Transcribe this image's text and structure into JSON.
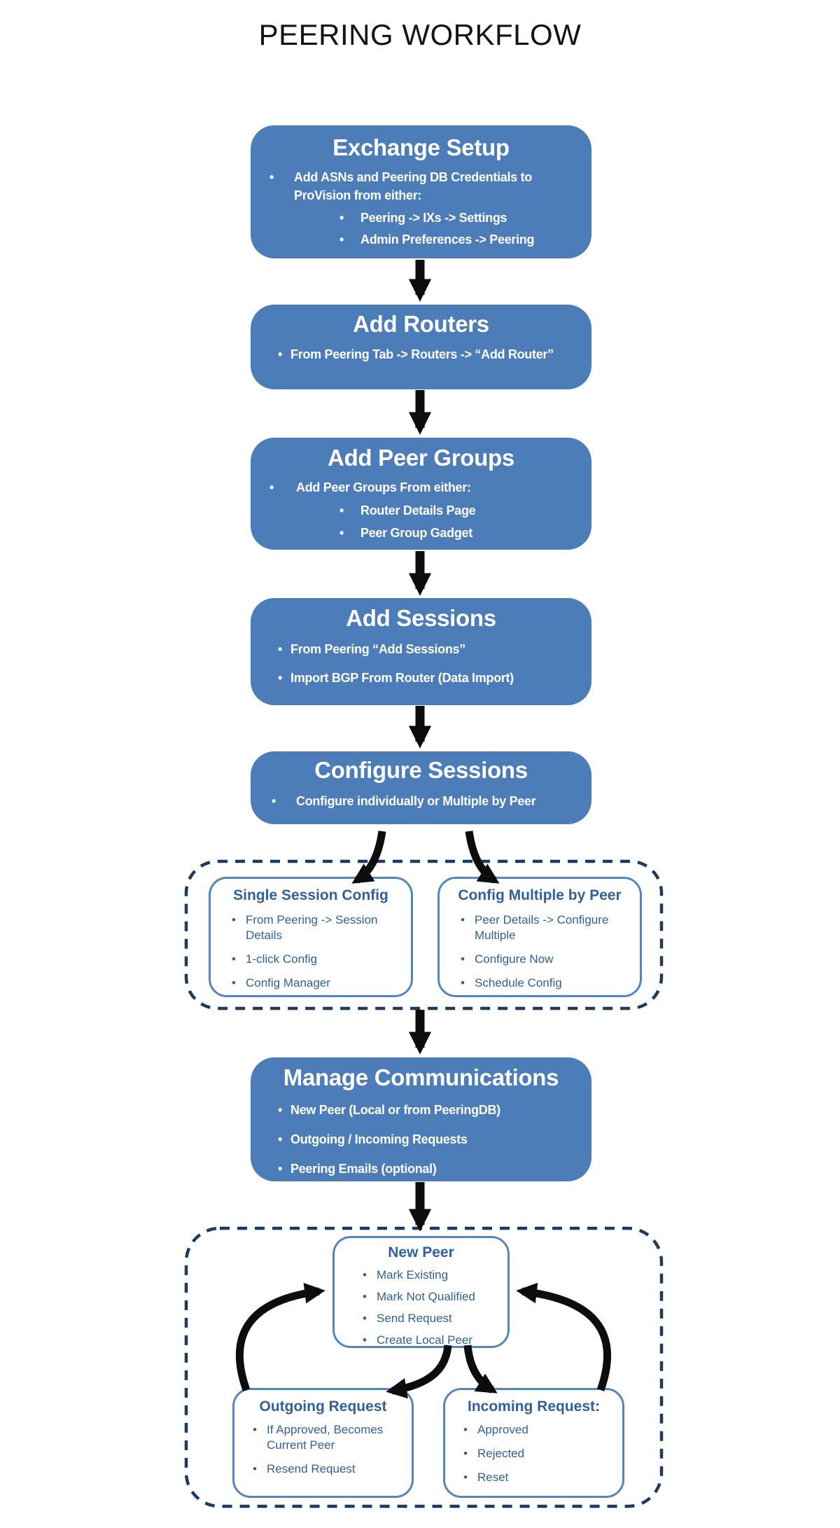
{
  "page": {
    "title": "PEERING WORKFLOW"
  },
  "colors": {
    "flow_box_fill": "#4C7DB8",
    "flow_box_text": "#FFFFFF",
    "outline_box_border": "#5585BE",
    "outline_box_text": "#31609B",
    "dashed_container_border": "#1E3A5F",
    "arrow": "#0D0D0D",
    "title_text": "#141414"
  },
  "flow": {
    "boxes": [
      {
        "id": "exchange-setup",
        "title": "Exchange Setup",
        "bullets": [
          {
            "text": "Add ASNs and Peering DB Credentials to ProVision from either:",
            "sub": [
              "Peering -> IXs -> Settings",
              "Admin Preferences -> Peering"
            ]
          }
        ]
      },
      {
        "id": "add-routers",
        "title": "Add Routers",
        "bullets": [
          {
            "text": "From Peering Tab -> Routers -> “Add Router”"
          }
        ]
      },
      {
        "id": "add-peer-groups",
        "title": "Add Peer Groups",
        "bullets": [
          {
            "text": "Add Peer Groups From either:",
            "sub": [
              "Router Details Page",
              "Peer Group Gadget"
            ]
          }
        ]
      },
      {
        "id": "add-sessions",
        "title": "Add Sessions",
        "bullets": [
          {
            "text": "From  Peering “Add Sessions”"
          },
          {
            "text": "Import BGP From Router (Data Import)"
          }
        ]
      },
      {
        "id": "configure-sessions",
        "title": "Configure Sessions",
        "bullets": [
          {
            "text": "Configure individually or Multiple by Peer"
          }
        ]
      },
      {
        "id": "manage-communications",
        "title": "Manage Communications",
        "bullets": [
          {
            "text": "New Peer (Local or from PeeringDB)"
          },
          {
            "text": "Outgoing / Incoming Requests"
          },
          {
            "text": "Peering Emails (optional)"
          }
        ]
      }
    ],
    "config_group": {
      "single": {
        "title": "Single Session Config",
        "bullets": [
          "From Peering -> Session Details",
          "1-click Config",
          "Config Manager"
        ]
      },
      "multiple": {
        "title": "Config Multiple by Peer",
        "bullets": [
          "Peer Details -> Configure Multiple",
          "Configure Now",
          "Schedule Config"
        ]
      }
    },
    "communications_group": {
      "new_peer": {
        "title": "New Peer",
        "bullets": [
          "Mark Existing",
          "Mark Not Qualified",
          "Send Request",
          "Create Local Peer"
        ]
      },
      "outgoing": {
        "title": "Outgoing Request",
        "bullets": [
          "If Approved, Becomes Current Peer",
          "Resend Request"
        ]
      },
      "incoming": {
        "title": "Incoming Request:",
        "bullets": [
          "Approved",
          "Rejected",
          "Reset"
        ]
      }
    }
  }
}
